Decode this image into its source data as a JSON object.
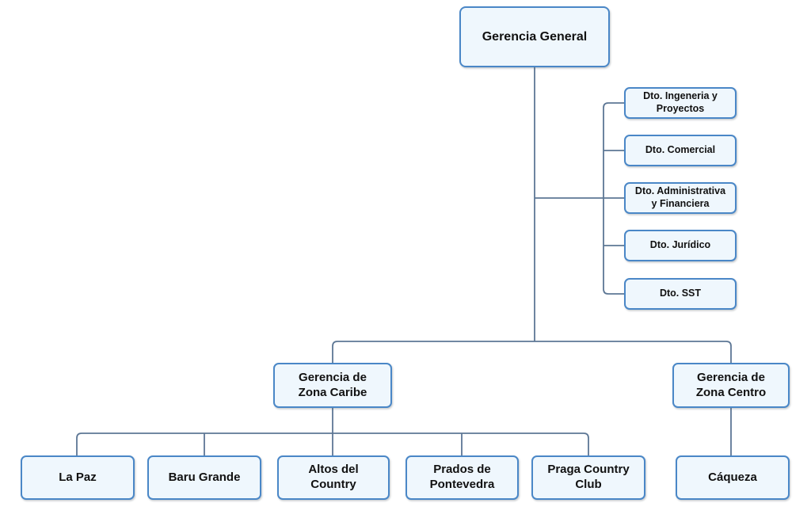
{
  "org_chart": {
    "type": "org-tree",
    "root": {
      "label": "Gerencia General"
    },
    "departments": [
      {
        "label": "Dto. Ingeneria y\nProyectos"
      },
      {
        "label": "Dto. Comercial"
      },
      {
        "label": "Dto. Administrativa\ny Financiera"
      },
      {
        "label": "Dto. Jurídico"
      },
      {
        "label": "Dto. SST"
      }
    ],
    "zones": [
      {
        "label": "Gerencia de\nZona Caribe"
      },
      {
        "label": "Gerencia de\nZona Centro"
      }
    ],
    "caribe_sites": [
      {
        "label": "La Paz"
      },
      {
        "label": "Baru Grande"
      },
      {
        "label": "Altos del\nCountry"
      },
      {
        "label": "Prados de\nPontevedra"
      },
      {
        "label": "Praga Country\nClub"
      }
    ],
    "centro_sites": [
      {
        "label": "Cáqueza"
      }
    ]
  },
  "colors": {
    "node_border": "#4a87c7",
    "node_fill": "#eff7fd",
    "connector": "#5d7795",
    "text": "#111111",
    "background": "#ffffff"
  }
}
